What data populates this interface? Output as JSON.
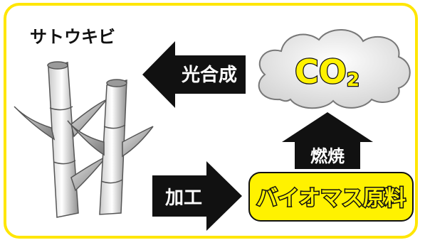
{
  "title": "サトウキビ",
  "cloud_label_main": "CO",
  "cloud_label_sub": "2",
  "arrow_photosynthesis": "光合成",
  "arrow_combustion": "燃焼",
  "arrow_processing": "加工",
  "biomass_box": "バイオマス原料",
  "colors": {
    "frame": "#ffe600",
    "box_fill": "#fff200",
    "co2_fill": "#fff200",
    "arrow": "#111111"
  },
  "icons": {
    "sugarcane": "sugarcane-illustration",
    "cloud": "cloud-shape"
  }
}
